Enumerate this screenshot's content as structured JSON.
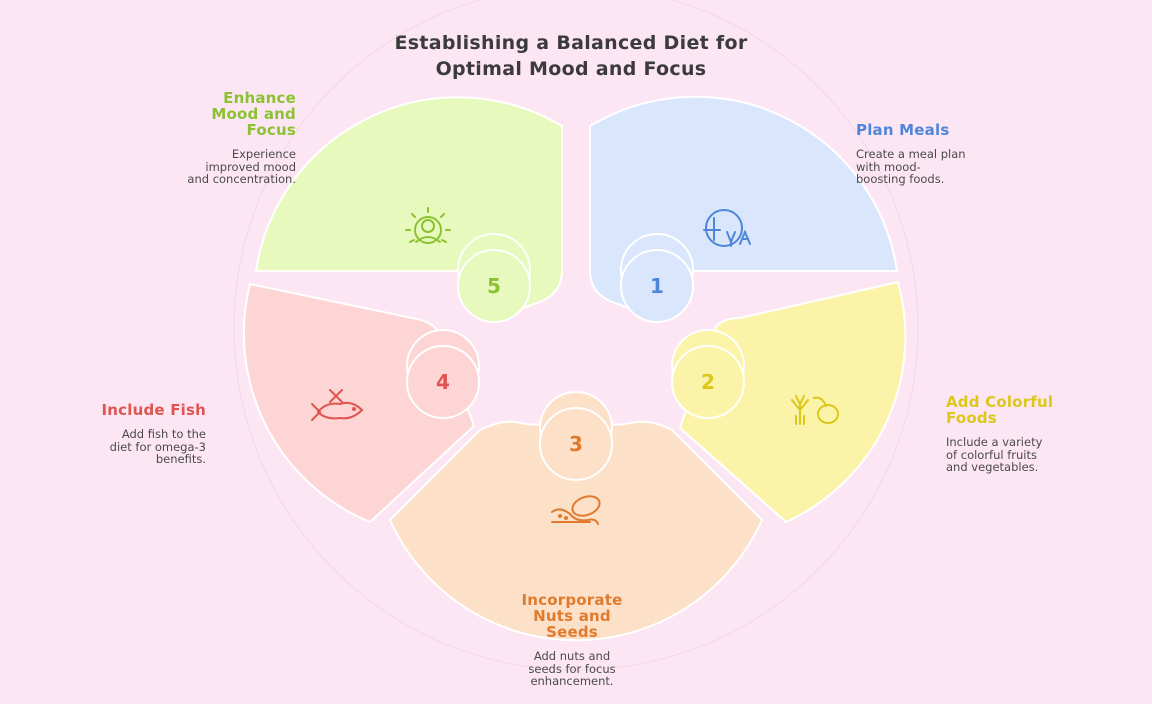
{
  "title": {
    "line1": "Establishing a Balanced Diet for",
    "line2": "Optimal Mood and Focus"
  },
  "steps": [
    {
      "number": "1",
      "title": "Plan Meals",
      "description": [
        "Create a meal plan",
        "with mood-",
        "boosting foods."
      ],
      "icon": "meal-plan-icon",
      "color": "#4f86d9",
      "fill": "#d9e6fb"
    },
    {
      "number": "2",
      "title": [
        "Add Colorful",
        "Foods"
      ],
      "description": [
        "Include a variety",
        "of colorful fruits",
        "and vegetables."
      ],
      "icon": "fruits-vegetables-icon",
      "color": "#dcc71b",
      "fill": "#fbf4a8"
    },
    {
      "number": "3",
      "title": [
        "Incorporate",
        "Nuts and",
        "Seeds"
      ],
      "description": [
        "Add nuts and",
        "seeds for focus",
        "enhancement."
      ],
      "icon": "nuts-icon",
      "color": "#e07b2d",
      "fill": "#fde0c8"
    },
    {
      "number": "4",
      "title": "Include Fish",
      "description": [
        "Add fish to the",
        "diet for omega-3",
        "benefits."
      ],
      "icon": "fish-icon",
      "color": "#e0554f",
      "fill": "#fdd5d5"
    },
    {
      "number": "5",
      "title": [
        "Enhance",
        "Mood and",
        "Focus"
      ],
      "description": [
        "Experience",
        "improved mood",
        "and concentration."
      ],
      "icon": "person-glow-icon",
      "color": "#8cc232",
      "fill": "#e7f9bd"
    }
  ]
}
